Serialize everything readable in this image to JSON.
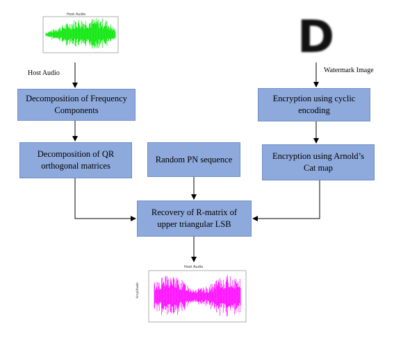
{
  "inputs": {
    "host_audio_label": "Host Audio",
    "watermark_image_label": "Watermark Image",
    "watermark_glyph": "D"
  },
  "boxes": {
    "decomp_freq": "Decomposition of Frequency Components",
    "decomp_qr": "Decomposition of QR orthogonal matrices",
    "random_pn": "Random PN sequence",
    "enc_cyclic": "Encryption using cyclic encoding",
    "enc_arnold": "Encryption using Arnold’s Cat map",
    "recovery": "Recovery of R-matrix of upper triangular LSB"
  },
  "plots": {
    "host": {
      "title": "Host Audio",
      "color": "#00e600"
    },
    "output": {
      "title": "Host Audio",
      "ylabel": "Amplitude",
      "color": "#ff00ff"
    }
  },
  "colors": {
    "box_fill": "#8ea9db",
    "arrow": "#000000"
  }
}
